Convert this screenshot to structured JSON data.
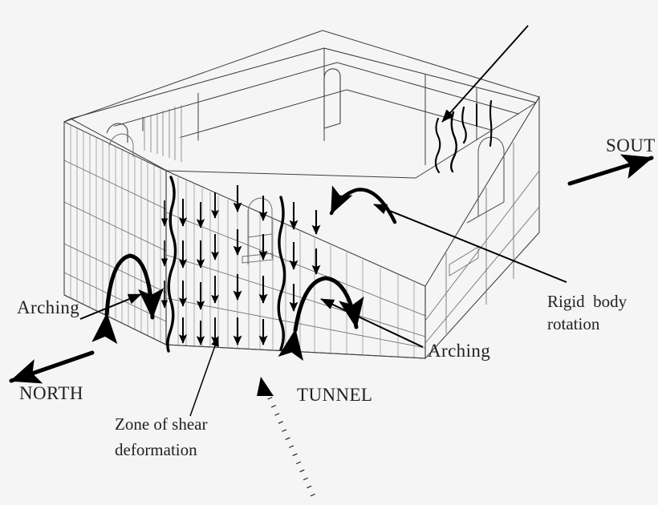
{
  "figure": {
    "type": "engineering-diagram",
    "subject": "3D isometric soil block with tunnel showing deformation mechanisms",
    "background_color": "#f5f5f5",
    "line_color": "#3a3a3a",
    "bold_color": "#000000",
    "text_color": "#231f20"
  },
  "labels": {
    "arching_left": "Arching",
    "arching_right": "Arching",
    "north": "NORTH",
    "south": "SOUT",
    "tunnel": "TUNNEL",
    "zone_line1": "Zone of shear",
    "zone_line2": "deformation",
    "rigid_line1": "Rigid  body",
    "rigid_line2": "rotation"
  },
  "annotations": {
    "direction_arrows": [
      {
        "name": "north-direction-arrow",
        "label": "NORTH",
        "points": "up-left"
      },
      {
        "name": "south-direction-arrow",
        "label": "SOUT",
        "points": "up-right"
      }
    ],
    "tunnel_pointer": {
      "name": "tunnel-dotted-arrow",
      "style": "dotted",
      "points": "up-left"
    },
    "mechanisms": [
      {
        "name": "arching-left",
        "kind": "arc-double-arrow"
      },
      {
        "name": "arching-right",
        "kind": "arc-double-arrow"
      },
      {
        "name": "rigid-body-rotation",
        "kind": "curved-arrow"
      },
      {
        "name": "zone-of-shear-deformation",
        "kind": "wavy-line"
      },
      {
        "name": "settlement-arrows",
        "kind": "down-arrows"
      }
    ]
  },
  "chart_data": {
    "type": "diagram",
    "title": "",
    "elements": [
      "isometric soil block with meshed faces",
      "arched tunnel openings on end faces",
      "vertical settlement arrows on front face",
      "wavy shear deformation bands",
      "arching arcs at block base",
      "crack pattern on south end face"
    ]
  }
}
